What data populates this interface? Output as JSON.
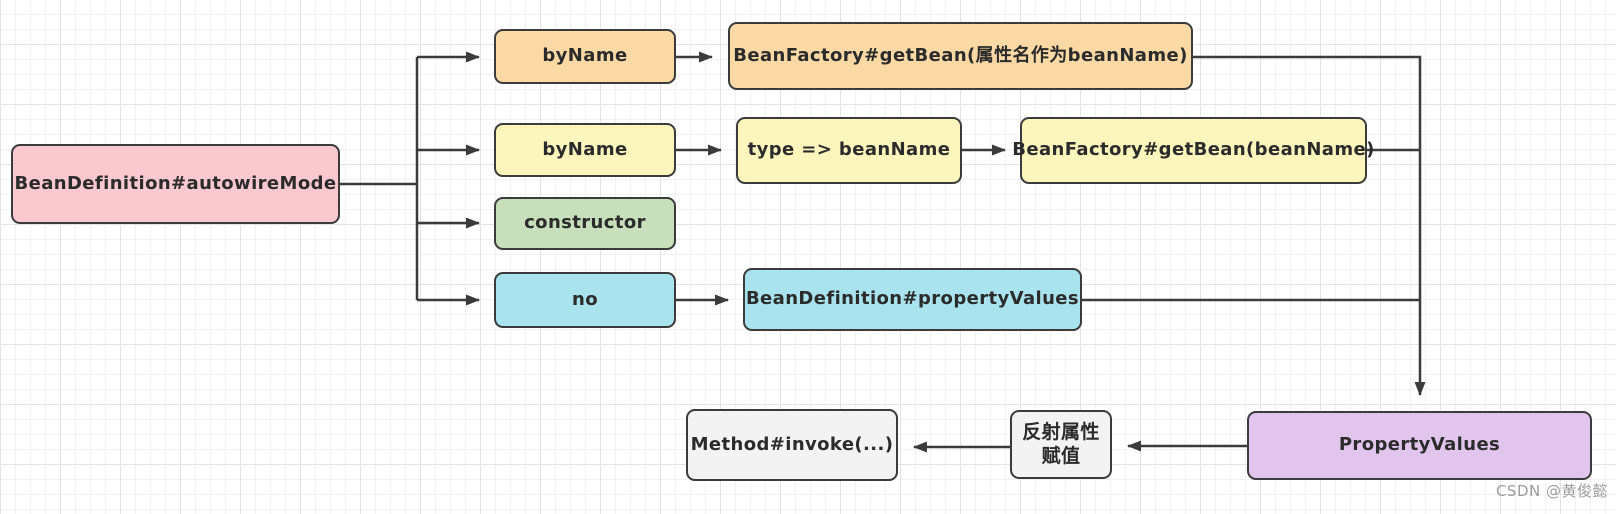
{
  "diagram_title": "BeanDefinition autowireMode flow",
  "colors": {
    "stroke": "#3b3b3b",
    "text": "#2b2b2b",
    "pink": "#fac9cf",
    "orange": "#fbd9a5",
    "yellow": "#fcf5bc",
    "green": "#c7dfba",
    "cyan": "#a9e3ed",
    "purple": "#e1c5ec",
    "gray": "#f3f3f3",
    "watermark": "#9b9ca1"
  },
  "nodes": {
    "autowire_mode": {
      "label": "BeanDefinition#autowireMode"
    },
    "by_name_1": {
      "label": "byName"
    },
    "get_bean_prop": {
      "label": "BeanFactory#getBean(属性名作为beanName)"
    },
    "by_name_2": {
      "label": "byName"
    },
    "type_to_bean_name": {
      "label": "type => beanName"
    },
    "get_bean_name": {
      "label": "BeanFactory#getBean(beanName)"
    },
    "constructor_mode": {
      "label": "constructor"
    },
    "no_mode": {
      "label": "no"
    },
    "property_values_field": {
      "label": "BeanDefinition#propertyValues"
    },
    "property_values": {
      "label": "PropertyValues"
    },
    "reflect_assign": {
      "line1": "反射属性",
      "line2": "赋值"
    },
    "method_invoke": {
      "label": "Method#invoke(...)"
    }
  },
  "watermark": {
    "label": "CSDN @黄俊懿"
  }
}
